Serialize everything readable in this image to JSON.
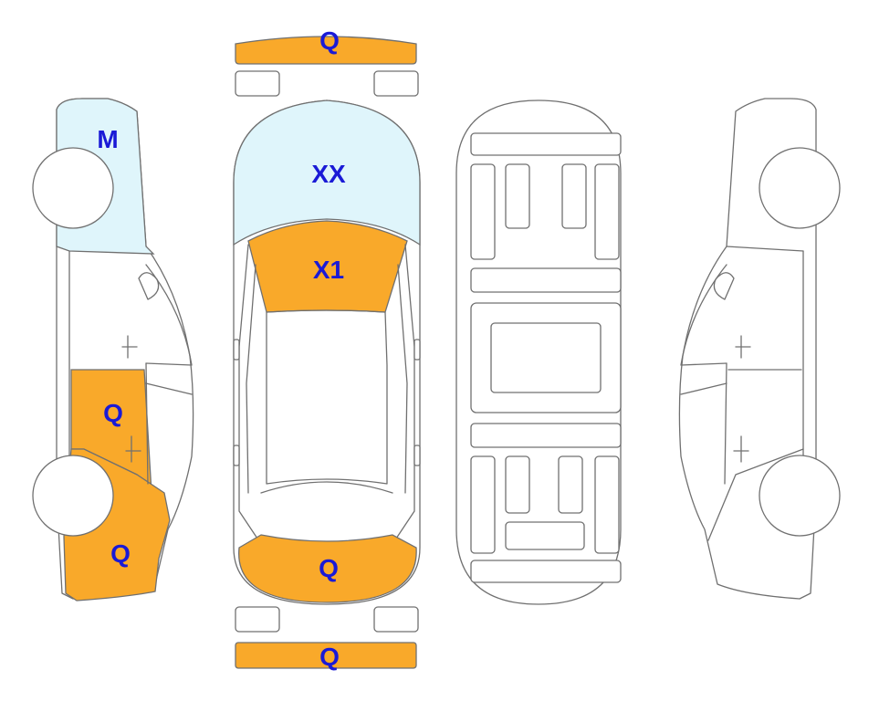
{
  "colors": {
    "damage": "#f9a92a",
    "glass": "#dff5fb",
    "label": "#1a1ad6"
  },
  "markers": {
    "front_bumper": "Q",
    "left_rear_glass": "M",
    "left_front_door": "Q",
    "left_front_fender": "Q",
    "windshield": "XX",
    "hood": "X1",
    "trunk_lid": "Q",
    "rear_bumper": "Q"
  }
}
